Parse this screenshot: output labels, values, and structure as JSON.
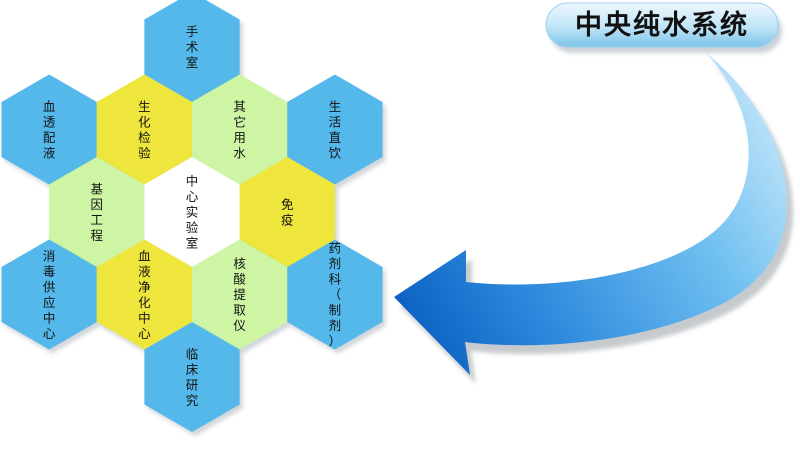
{
  "title": "中央纯水系统",
  "colors": {
    "blue": "#55b8ea",
    "yellow": "#eee63c",
    "green": "#cdf5a3",
    "white": "#ffffff",
    "pill_top": "#e4f3fb",
    "pill_bottom": "#8fcdec",
    "arrow_dark": "#0d66c4",
    "arrow_light": "#c2e6fa"
  },
  "hexes": [
    {
      "id": "surgery",
      "label": "手术室",
      "color": "blue"
    },
    {
      "id": "hemodialysis",
      "label": "血透配液",
      "color": "blue"
    },
    {
      "id": "biochem-test",
      "label": "生化检验",
      "color": "yellow"
    },
    {
      "id": "other-water",
      "label": "其它用水",
      "color": "green"
    },
    {
      "id": "direct-drinking",
      "label": "生活直饮",
      "color": "blue"
    },
    {
      "id": "genetic-engineering",
      "label": "基因工程",
      "color": "green"
    },
    {
      "id": "central-lab",
      "label": "中心实验室",
      "color": "white"
    },
    {
      "id": "immunology",
      "label": "免疫",
      "color": "yellow"
    },
    {
      "id": "disinfection-supply",
      "label": "消毒供应中心",
      "color": "blue"
    },
    {
      "id": "blood-purification",
      "label": "血液净化中心",
      "color": "yellow"
    },
    {
      "id": "nucleic-acid",
      "label": "核酸提取仪",
      "color": "green"
    },
    {
      "id": "pharmacy",
      "label": "药剂科（制剂）",
      "color": "blue"
    },
    {
      "id": "clinical-research",
      "label": "临床研究",
      "color": "blue"
    }
  ]
}
